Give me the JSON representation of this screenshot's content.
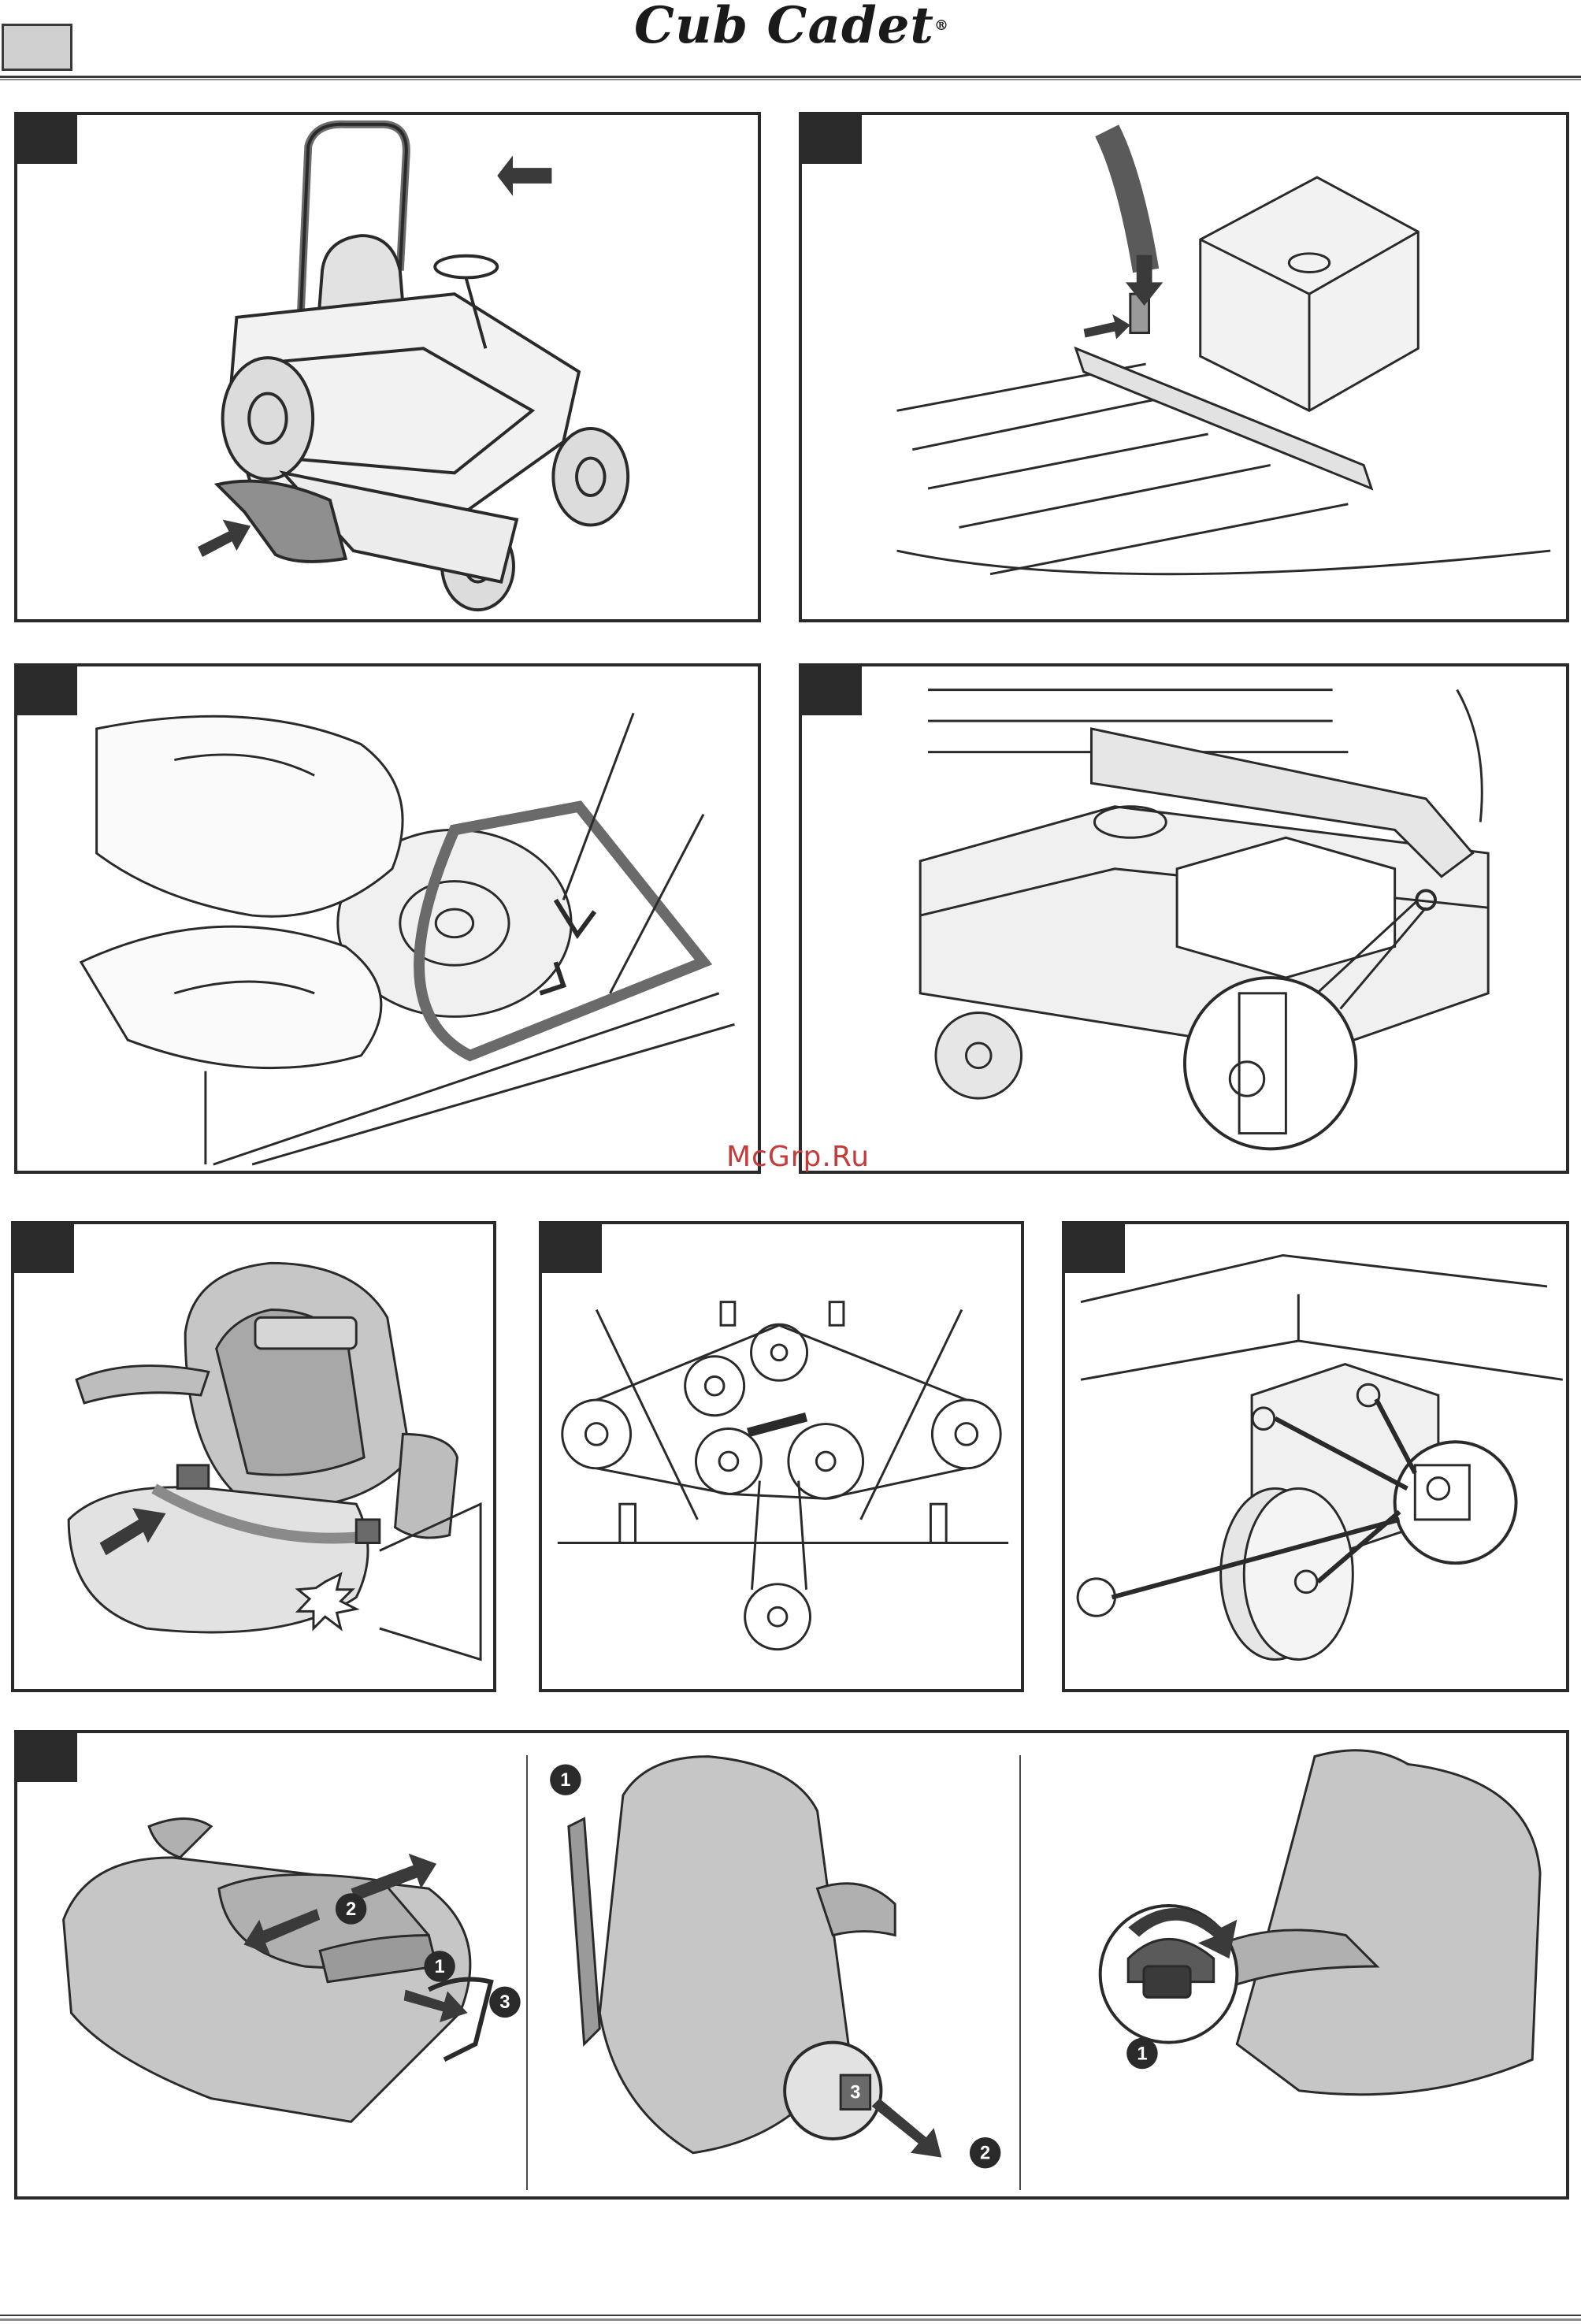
{
  "header": {
    "brand": "Cub Cadet",
    "registered_mark": "®"
  },
  "watermark": "McGrp.Ru",
  "step_callouts": {
    "seat_panel_left": [
      "2",
      "1",
      "3"
    ],
    "seat_panel_middle": [
      "1",
      "3",
      "2"
    ],
    "seat_panel_right": [
      "1"
    ]
  },
  "colors": {
    "line": "#2a2a2a",
    "fill_gray": "#bdbdbd",
    "fill_light": "#e2e2e2",
    "watermark": "#c63a3a"
  }
}
